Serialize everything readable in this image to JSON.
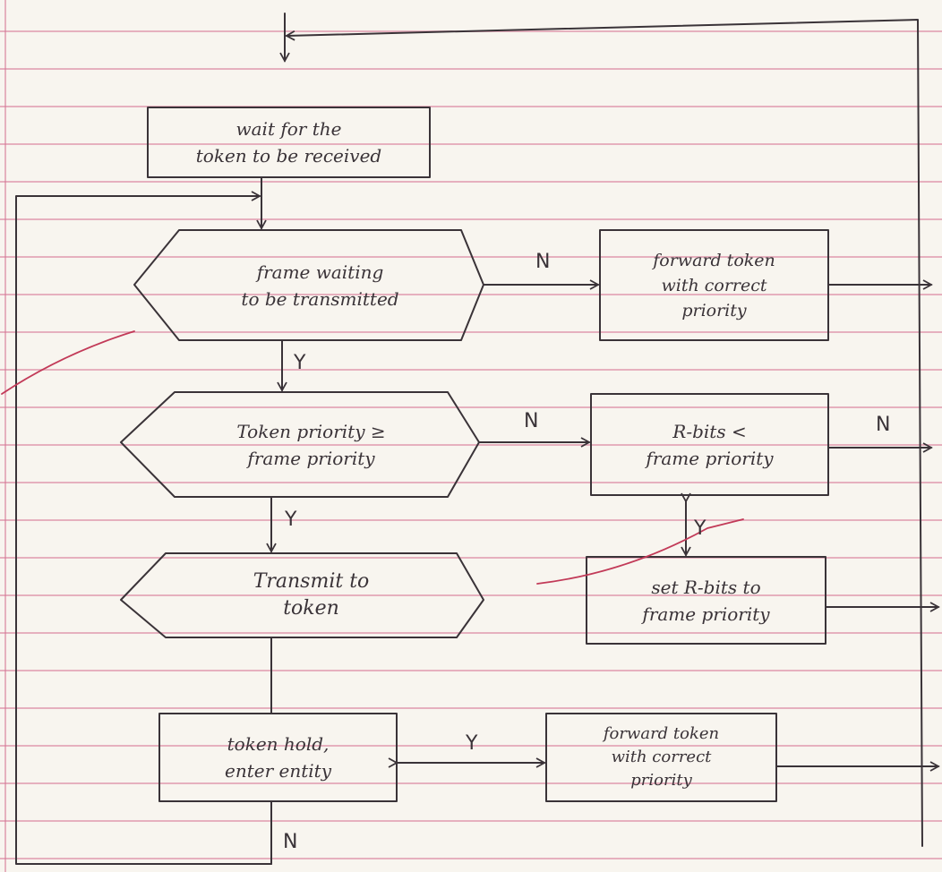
{
  "colors": {
    "ink": "#3a3338",
    "ruling": "#d97896",
    "pen_red": "#c23a58",
    "paper": "#f8f5ef"
  },
  "nodes": {
    "wait_token": "wait for the\ntoken to be received",
    "frame_waiting": "frame waiting\nto be transmitted",
    "forward_token_1": "forward token\nwith correct\npriority",
    "priority_compare": "Token priority ≥\nframe priority",
    "rbits_compare": "R-bits <\nframe priority",
    "transmit": "Transmit to\ntoken",
    "set_rbits": "set R-bits to\nframe priority",
    "token_hold": "token hold,\nenter entity",
    "forward_token_2": "forward token\nwith correct\npriority"
  },
  "edges": {
    "frame_waiting_no": "N",
    "frame_waiting_yes": "Y",
    "priority_no": "N",
    "priority_yes": "Y",
    "rbits_no": "N",
    "rbits_yes": "Y",
    "token_hold_yes": "Y",
    "token_hold_no": "N"
  }
}
